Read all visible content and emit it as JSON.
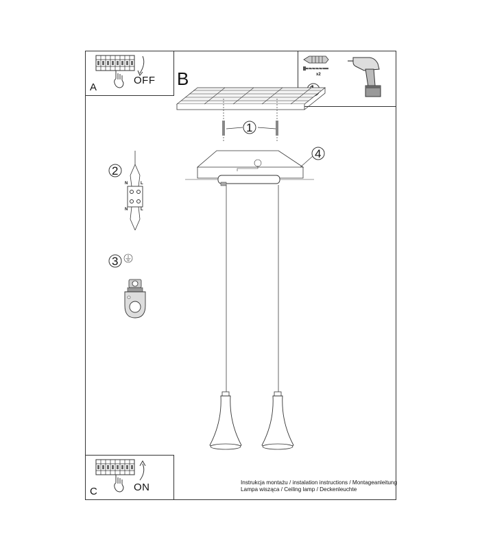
{
  "panels": {
    "a": {
      "letter": "A",
      "switch_label": "OFF"
    },
    "b": {
      "letter": "B"
    },
    "c": {
      "letter": "C",
      "switch_label": "ON"
    }
  },
  "steps": {
    "step1_tools": "1",
    "step1_mount": "1",
    "step2": "2",
    "step3": "3",
    "step4": "4"
  },
  "terminal": {
    "n_top": "N",
    "l_top": "L",
    "n_bottom": "N",
    "l_bottom": "L"
  },
  "tools": {
    "quantity": "x2"
  },
  "footer": {
    "line1": "Instrukcja montażu / instalation instructions / Montageanleitung",
    "line2": "Lampa wisząca / Ceiling lamp / Deckenleuchte"
  }
}
